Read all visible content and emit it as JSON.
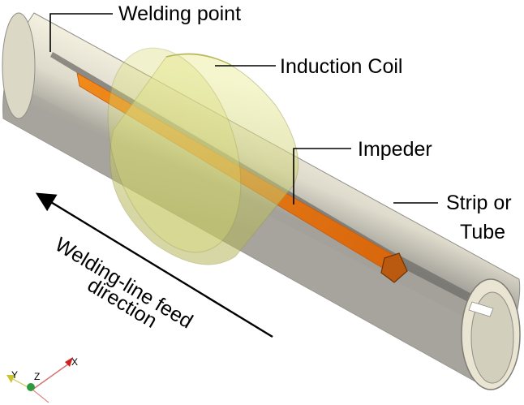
{
  "labels": {
    "welding_point": "Welding point",
    "induction_coil": "Induction Coil",
    "impeder": "Impeder",
    "strip_line1": "Strip or",
    "strip_line2": "Tube",
    "feed_line1": "Welding-line feed",
    "feed_line2": "direction"
  },
  "axes": {
    "x": "X",
    "y": "Y",
    "z": "Z"
  },
  "colors": {
    "tube": "#ece8d6",
    "tube_shadow": "#9f9d95",
    "coil": "#d9dc73",
    "impeder": "#e8730e",
    "axis_x": "#cc2222",
    "axis_y": "#c9c430",
    "axis_z": "#2e9a3e"
  }
}
